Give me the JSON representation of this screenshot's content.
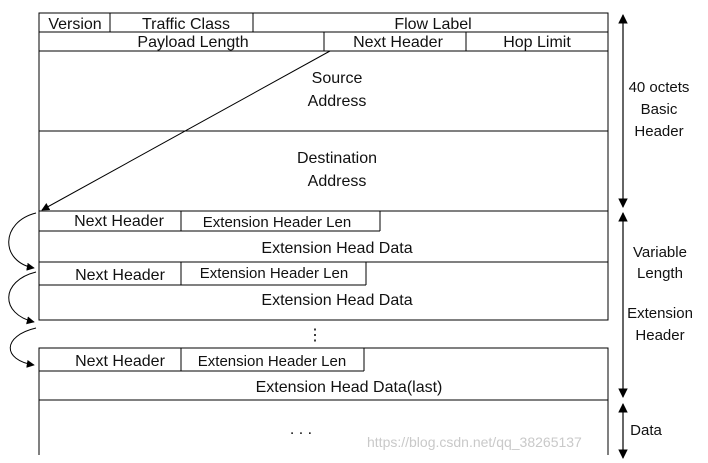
{
  "ipv6_header": {
    "row1": {
      "version": "Version",
      "traffic_class": "Traffic Class",
      "flow_label": "Flow Label"
    },
    "row2": {
      "payload_length": "Payload Length",
      "next_header": "Next Header",
      "hop_limit": "Hop Limit"
    },
    "source_address": [
      "Source",
      "Address"
    ],
    "destination_address": [
      "Destination",
      "Address"
    ]
  },
  "extension_headers": [
    {
      "next_header": "Next Header",
      "length": "Extension Header Len",
      "data": "Extension Head Data"
    },
    {
      "next_header": "Next Header",
      "length": "Extension Header Len",
      "data": "Extension Head Data"
    },
    {
      "next_header": "Next Header",
      "length": "Extension Header Len",
      "data": "Extension Head Data(last)"
    }
  ],
  "vertical_ellipsis": "⋮",
  "data_ellipsis": ". . .",
  "side_labels": {
    "basic_header": [
      "40 octets",
      "Basic",
      "Header"
    ],
    "extension_header": [
      "Variable",
      "Length",
      "",
      "Extension",
      "Header"
    ],
    "data": "Data"
  },
  "watermark": "https://blog.csdn.net/qq_38265137",
  "colors": {
    "line": "#000000",
    "text": "#111111",
    "watermark": "#c9c9c9"
  }
}
